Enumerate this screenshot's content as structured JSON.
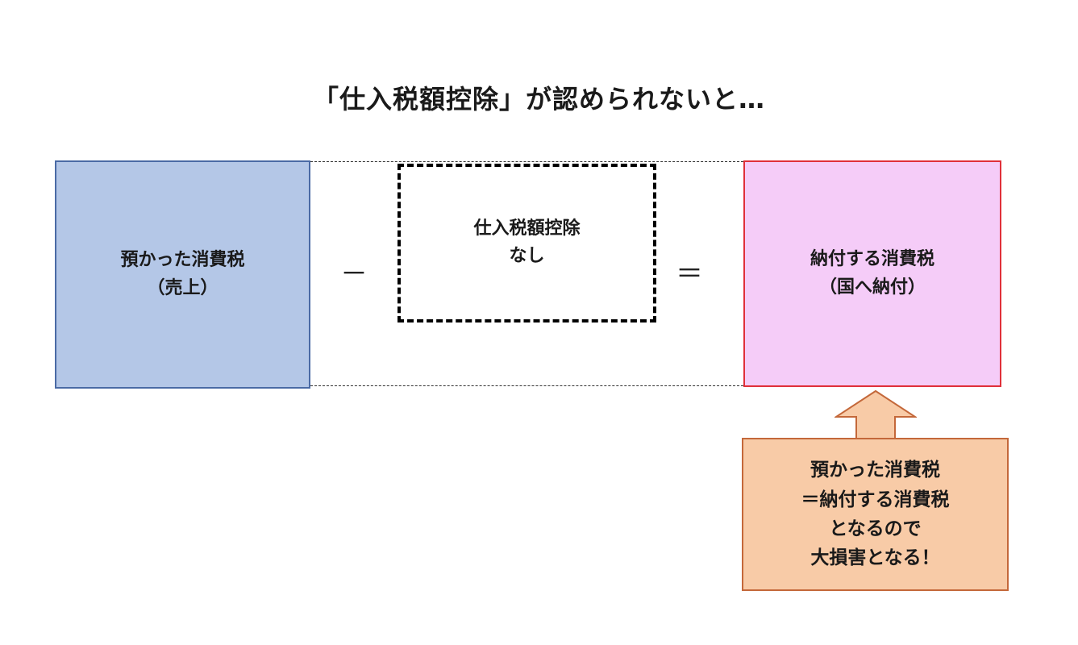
{
  "title": "「仕入税額控除」が認められないと…",
  "left_box": {
    "line1": "預かった消費税",
    "line2": "（売上）"
  },
  "middle_box": {
    "line1": "仕入税額控除",
    "line2": "なし"
  },
  "right_box": {
    "line1": "納付する消費税",
    "line2": "（国へ納付）"
  },
  "operators": {
    "minus": "－",
    "equals": "＝"
  },
  "note_box": {
    "line1": "預かった消費税",
    "line2": "＝納付する消費税",
    "line3": "となるので",
    "line4": "大損害となる！"
  },
  "colors": {
    "left_fill": "#b4c7e7",
    "right_fill": "#f5ccf8",
    "right_border": "#e0303a",
    "note_fill": "#f8cba7"
  }
}
